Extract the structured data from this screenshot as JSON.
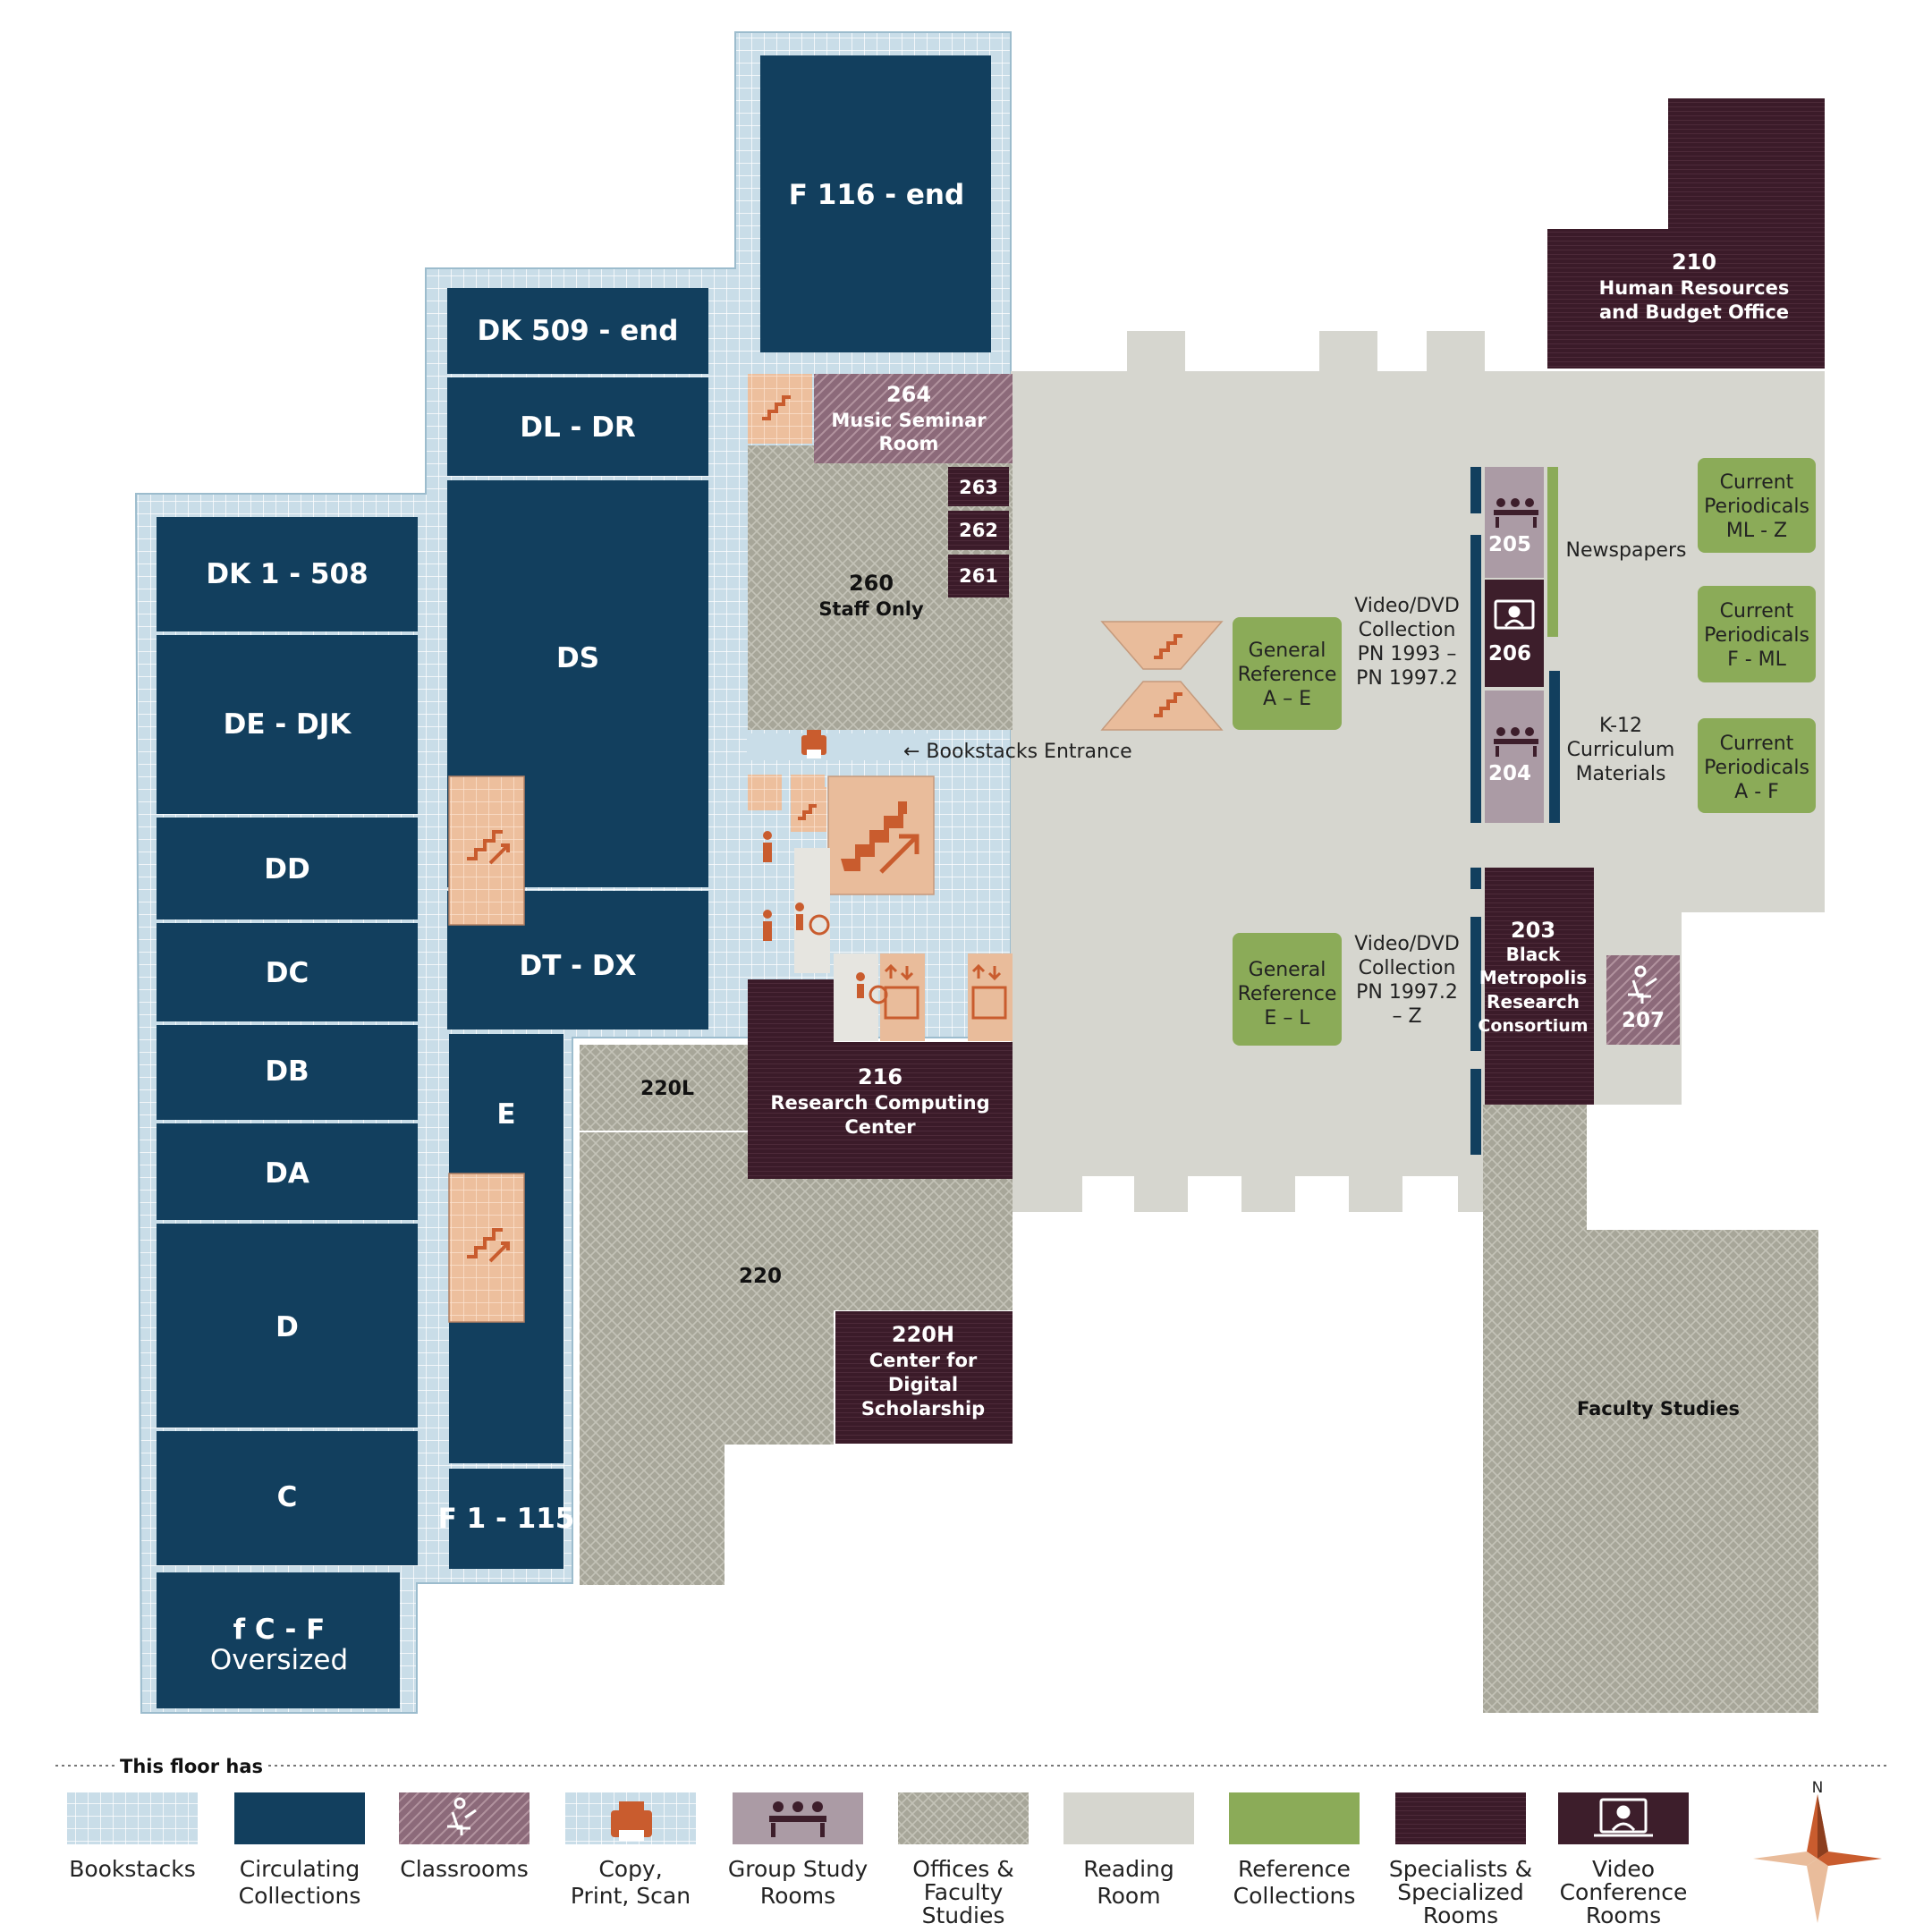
{
  "stacks": {
    "dk1": "DK 1 - 508",
    "dedjk": "DE - DJK",
    "dd": "DD",
    "dc": "DC",
    "db": "DB",
    "da": "DA",
    "d": "D",
    "c": "C",
    "fcf": "f C - F",
    "oversized": "Oversized",
    "dk509": "DK 509 - end",
    "dldr": "DL - DR",
    "ds": "DS",
    "dtdx": "DT - DX",
    "e": "E",
    "f1": "F 1 - 115",
    "f116": "F 116 - end"
  },
  "rooms": {
    "r264_num": "264",
    "r264_l1": "Music Seminar",
    "r264_l2": "Room",
    "r263": "263",
    "r262": "262",
    "r261": "261",
    "r260_num": "260",
    "r260_l1": "Staff Only",
    "r210_num": "210",
    "r210_l1": "Human Resources",
    "r210_l2": "and Budget Office",
    "r205": "205",
    "r206": "206",
    "r204": "204",
    "r203_num": "203",
    "r203_l1": "Black",
    "r203_l2": "Metropolis",
    "r203_l3": "Research",
    "r203_l4": "Consortium",
    "r207": "207",
    "r216_num": "216",
    "r216_l1": "Research Computing",
    "r216_l2": "Center",
    "r220l": "220L",
    "r220": "220",
    "r220h_num": "220H",
    "r220h_l1": "Center for",
    "r220h_l2": "Digital",
    "r220h_l3": "Scholarship",
    "faculty": "Faculty Studies"
  },
  "labels": {
    "bookstacks_entrance": "← Bookstacks Entrance",
    "newspapers": "Newspapers",
    "gen_ref_ae_1": "General",
    "gen_ref_ae_2": "Reference",
    "gen_ref_ae_3": "A – E",
    "gen_ref_el_1": "General",
    "gen_ref_el_2": "Reference",
    "gen_ref_el_3": "E – L",
    "video1_l1": "Video/DVD",
    "video1_l2": "Collection",
    "video1_l3": "PN 1993 –",
    "video1_l4": "PN 1997.2",
    "video2_l1": "Video/DVD",
    "video2_l2": "Collection",
    "video2_l3": "PN 1997.2",
    "video2_l4": "– Z",
    "k12_l1": "K-12",
    "k12_l2": "Curriculum",
    "k12_l3": "Materials",
    "cp_mlz_1": "Current",
    "cp_mlz_2": "Periodicals",
    "cp_mlz_3": "ML - Z",
    "cp_fml_1": "Current",
    "cp_fml_2": "Periodicals",
    "cp_fml_3": "F - ML",
    "cp_af_1": "Current",
    "cp_af_2": "Periodicals",
    "cp_af_3": "A - F"
  },
  "legend": {
    "title": "This floor has",
    "bookstacks": "Bookstacks",
    "circ_1": "Circulating",
    "circ_2": "Collections",
    "classrooms": "Classrooms",
    "copy_1": "Copy,",
    "copy_2": "Print, Scan",
    "group_1": "Group Study",
    "group_2": "Rooms",
    "offices_1": "Offices &",
    "offices_2": "Faculty",
    "offices_3": "Studies",
    "reading_1": "Reading",
    "reading_2": "Room",
    "ref_1": "Reference",
    "ref_2": "Collections",
    "spec_1": "Specialists &",
    "spec_2": "Specialized",
    "spec_3": "Rooms",
    "video_1": "Video",
    "video_2": "Conference",
    "video_3": "Rooms",
    "north": "N"
  },
  "colors": {
    "bookstacks": "#c9dde8",
    "circulating": "#123f5e",
    "classroom": "#8c6a7a",
    "group_study": "#ab9ba5",
    "offices": "#a5a496",
    "reading": "#d6d6cf",
    "reference": "#8bab58",
    "specialists": "#3d1e2b",
    "stairs": "#e9bc9b",
    "accent": "#c95c2e"
  }
}
